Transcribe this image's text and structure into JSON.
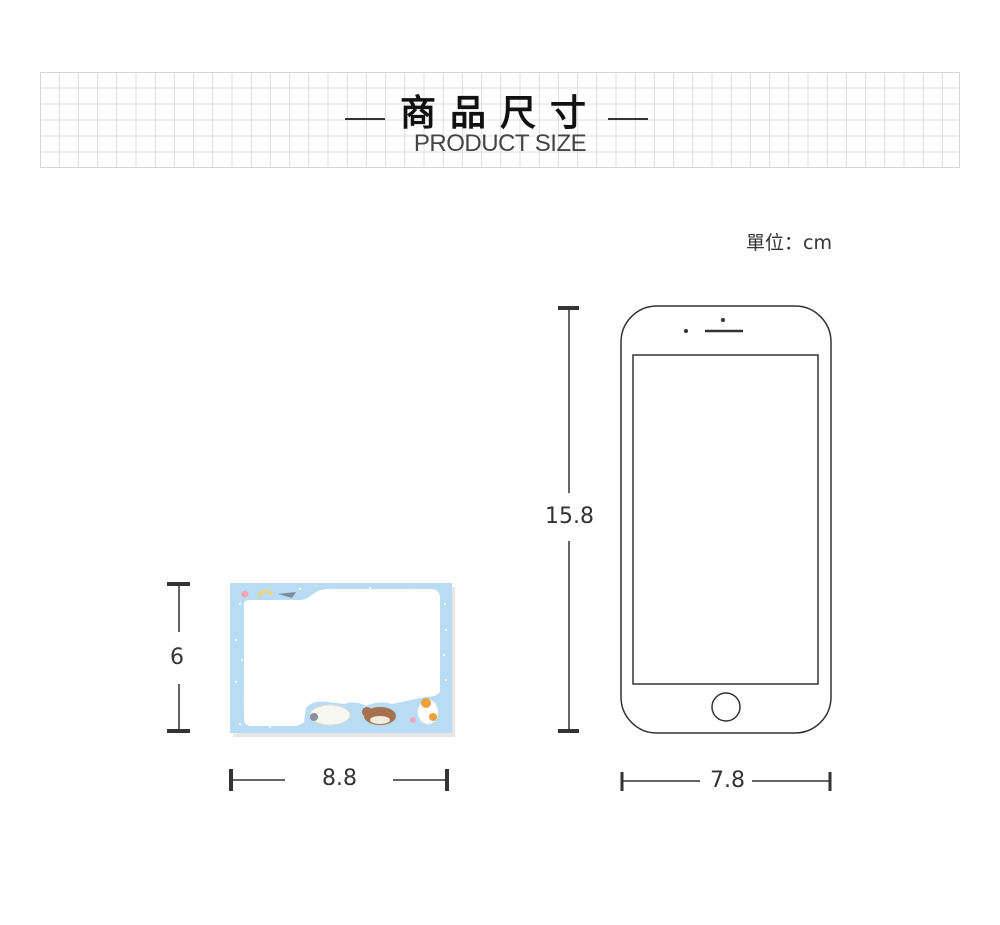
{
  "header": {
    "title_cn": "商品尺寸",
    "title_en": "PRODUCT SIZE"
  },
  "unit_label": "單位：cm",
  "memo_pad": {
    "height_label": "6",
    "width_label": "8.8",
    "colors": {
      "bg": "#b8dcf4",
      "paper": "#ffffff"
    }
  },
  "phone": {
    "height_label": "15.8",
    "width_label": "7.8"
  }
}
